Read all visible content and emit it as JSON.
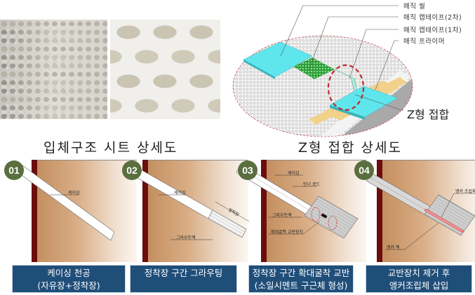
{
  "photos": [
    {
      "name": "honeycomb-sheet-photo",
      "description": "3D structure sheet close-up (fine honeycomb)"
    },
    {
      "name": "honeycomb-sheet-macro-photo",
      "description": "3D structure sheet macro (large cells)"
    }
  ],
  "diagram": {
    "labels": [
      "매직 씰",
      "매직 캡테이프(2차)",
      "매직 캡테이프(1차)",
      "매직 프라이머"
    ],
    "joint_label": "Z형 접합",
    "colors": {
      "seal": "#5ee6ec",
      "cap_tape": "#2e9e3a",
      "primer": "#f2d18a",
      "concrete": "#a9a9a9",
      "highlight": "#c0272d"
    }
  },
  "headings": {
    "left": "입체구조 시트 상세도",
    "right": "Z형 접합 상세도"
  },
  "steps": [
    {
      "number": "01",
      "labels": [
        "케이싱"
      ],
      "caption_line1": "케이싱 천공",
      "caption_line2": "(자유장+정착장)"
    },
    {
      "number": "02",
      "labels": [
        "케이싱",
        "정착장",
        "그라우트액"
      ],
      "caption_line1": "정착장 구간 그라우팅",
      "caption_line2": ""
    },
    {
      "number": "03",
      "labels": [
        "케이싱",
        "인너 로드",
        "그라우트액",
        "확대굴착 교반장치"
      ],
      "caption_line1": "정착장 구간 확대굴착 교반",
      "caption_line2": "(소일시멘트 구근체 형성)"
    },
    {
      "number": "04",
      "labels": [
        "앵커 조립체",
        "앵커 헥"
      ],
      "caption_line1": "교반장치 제거 후",
      "caption_line2": "앵커조립체 삽입"
    }
  ],
  "colors": {
    "badge": "#5a6e3f",
    "caption_bg": "#1f4e79",
    "wall": "#6b0d0d",
    "soil": "#c48f5f"
  }
}
